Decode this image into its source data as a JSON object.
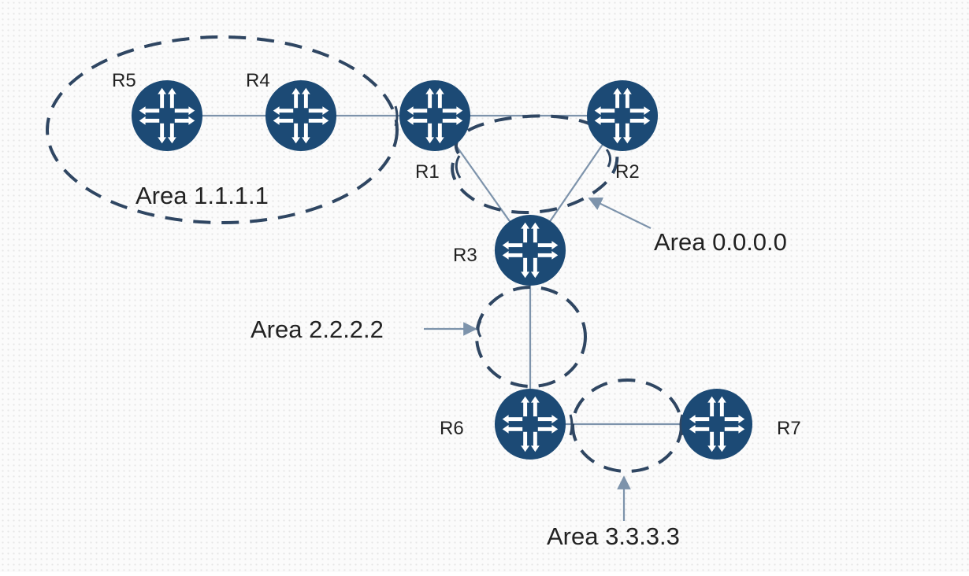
{
  "diagram": {
    "colors": {
      "router_fill": "#1c4a75",
      "router_arrow": "#ffffff",
      "link": "#7d93ab",
      "area_outline": "#2f4662",
      "text": "#222222"
    },
    "routers": [
      {
        "id": "R1",
        "label": "R1",
        "icon": "router-icon"
      },
      {
        "id": "R2",
        "label": "R2",
        "icon": "router-icon"
      },
      {
        "id": "R3",
        "label": "R3",
        "icon": "router-icon"
      },
      {
        "id": "R4",
        "label": "R4",
        "icon": "router-icon"
      },
      {
        "id": "R5",
        "label": "R5",
        "icon": "router-icon"
      },
      {
        "id": "R6",
        "label": "R6",
        "icon": "router-icon"
      },
      {
        "id": "R7",
        "label": "R7",
        "icon": "router-icon"
      }
    ],
    "links": [
      {
        "from": "R5",
        "to": "R4"
      },
      {
        "from": "R4",
        "to": "R1"
      },
      {
        "from": "R1",
        "to": "R2"
      },
      {
        "from": "R1",
        "to": "R3"
      },
      {
        "from": "R2",
        "to": "R3"
      },
      {
        "from": "R3",
        "to": "R6"
      },
      {
        "from": "R6",
        "to": "R7"
      }
    ],
    "areas": [
      {
        "id": "area-1111",
        "label": "Area 1.1.1.1"
      },
      {
        "id": "area-0000",
        "label": "Area 0.0.0.0"
      },
      {
        "id": "area-2222",
        "label": "Area 2.2.2.2"
      },
      {
        "id": "area-3333",
        "label": "Area 3.3.3.3"
      }
    ]
  }
}
